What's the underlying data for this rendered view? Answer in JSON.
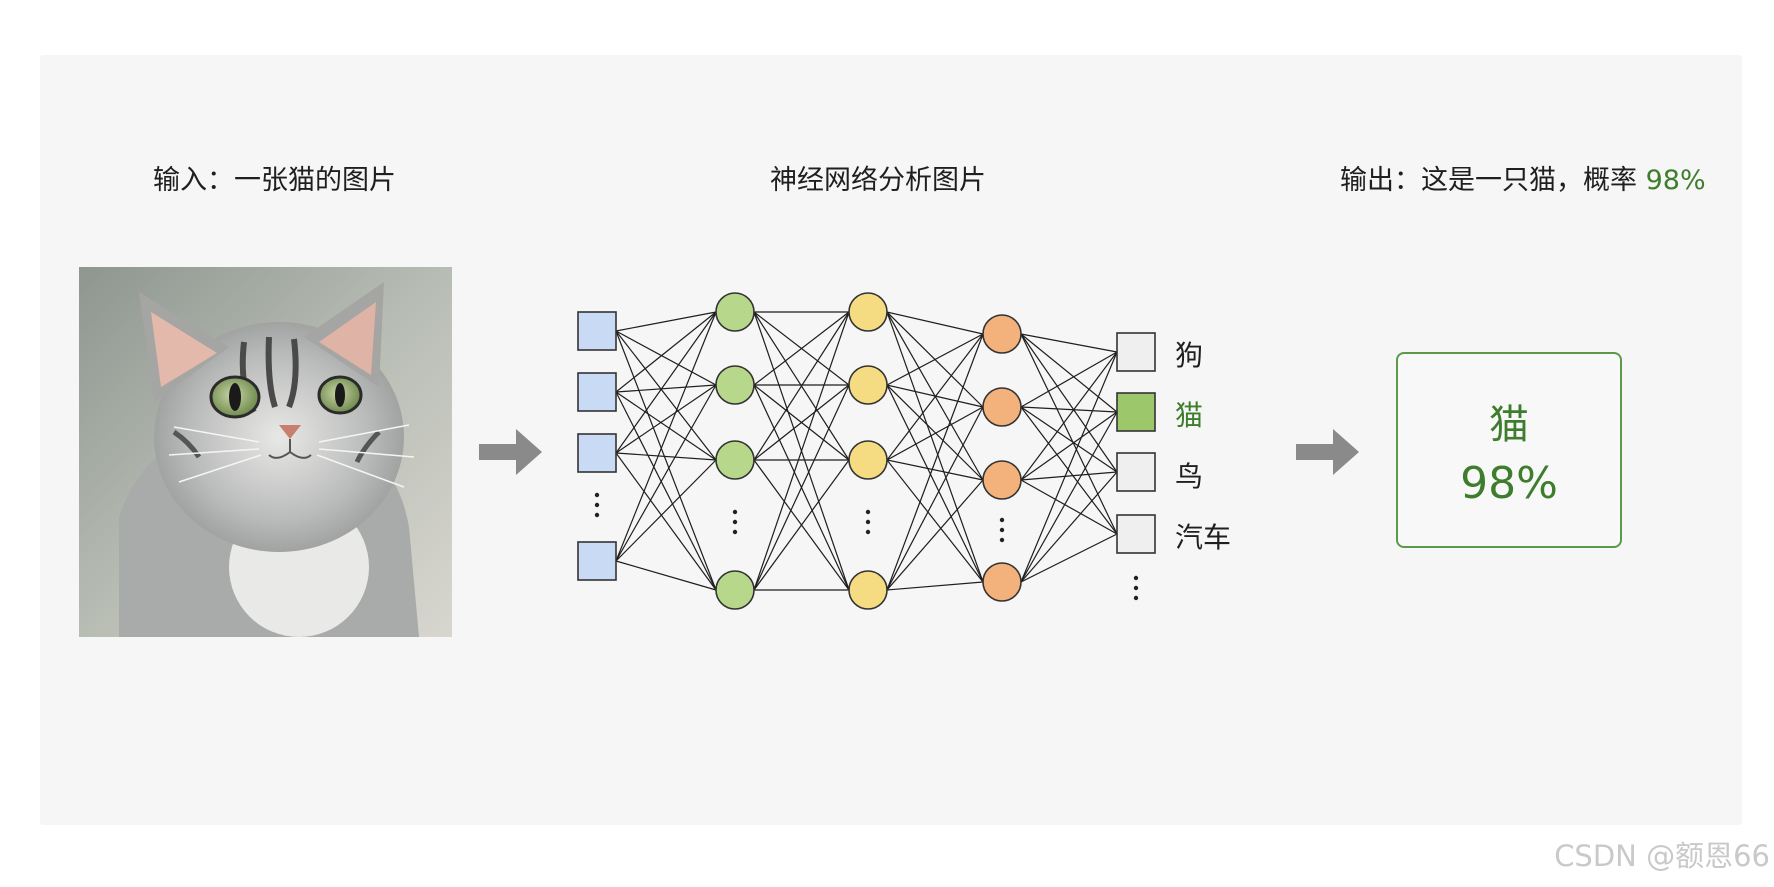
{
  "titles": {
    "input": "输入：一张猫的图片",
    "network": "神经网络分析图片",
    "output_prefix": "输出：这是一只猫，概率",
    "output_value": "98%"
  },
  "output_classes": [
    "狗",
    "猫",
    "鸟",
    "汽车"
  ],
  "result": {
    "class": "猫",
    "probability": "98%"
  },
  "watermark": "CSDN @额恩66",
  "colors": {
    "input_node": "#c9daf5",
    "hidden1_node": "#b7d88a",
    "hidden2_node": "#f5dc82",
    "hidden3_node": "#f3b27c",
    "output_node": "#efefef",
    "selected_output_node": "#9cc76a",
    "accent": "#3f7d2e",
    "arrow": "#8a8a8a"
  },
  "icons": {
    "arrow": "arrow-right-icon",
    "cat_photo": "cat-photo-icon"
  }
}
